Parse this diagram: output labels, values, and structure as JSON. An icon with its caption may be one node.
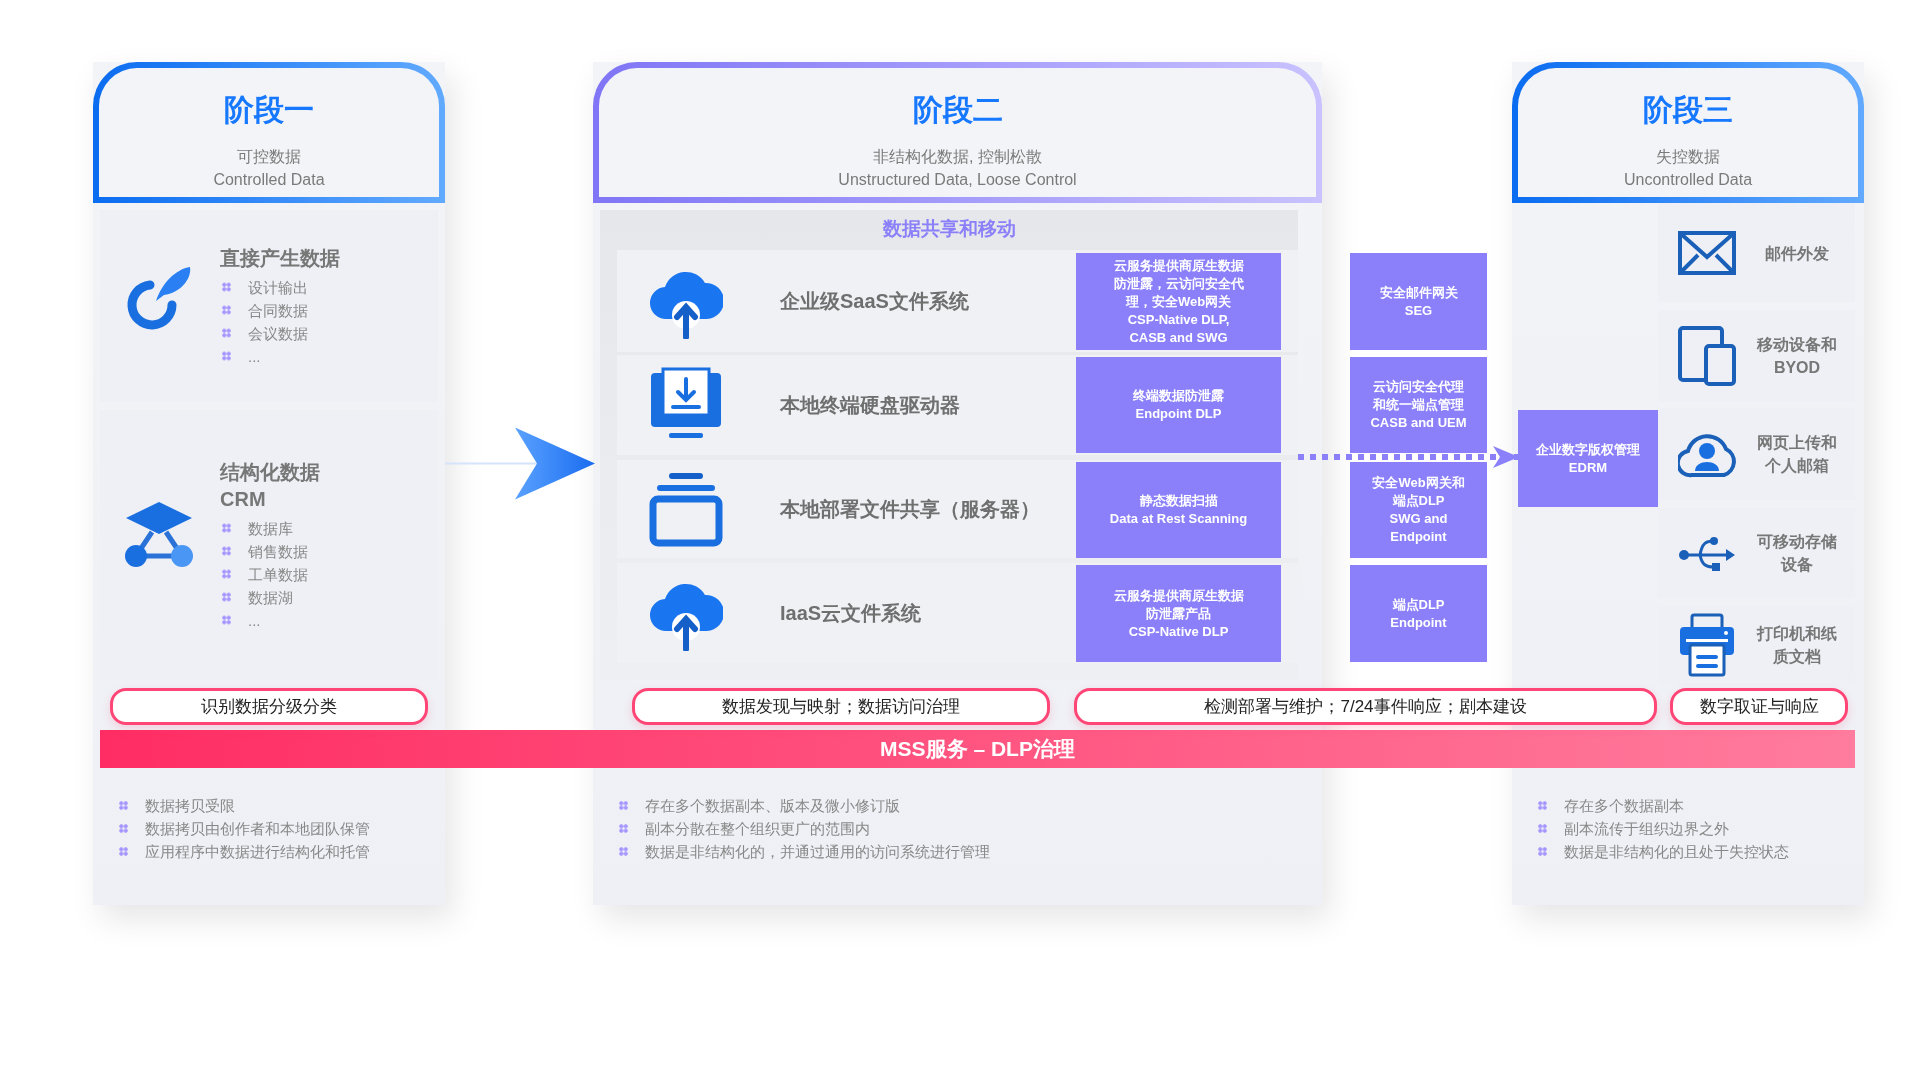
{
  "diagram": {
    "nodes": [
      {
        "text": [
          "阶段一",
          "可控数据",
          "Controlled Data",
          "数据拷贝受限",
          "数据拷贝由创作者和本地团队保管",
          "应用程序中数据进行结构化和托管"
        ]
      },
      {
        "text": [
          "直接产生数据",
          "设计输出",
          "合同数据",
          "会议数据",
          "..."
        ],
        "in": 0
      },
      {
        "text": [
          "结构化数据 CRM",
          "数据库",
          "销售数据",
          "工单数据",
          "数据湖",
          "..."
        ],
        "in": 0
      },
      {
        "text": [
          "识别数据分级分类"
        ],
        "in": 0
      },
      {
        "text": [
          "阶段二",
          "非结构化数据, 控制松散",
          "Unstructured Data, Loose Control",
          "存在多个数据副本、版本及微小修订版",
          "副本分散在整个组织更广的范围内",
          "数据是非结构化的，并通过通用的访问系统进行管理"
        ]
      },
      {
        "text": [
          "数据共享和移动"
        ],
        "in": 4
      },
      {
        "text": [
          "企业级SaaS文件系统"
        ],
        "in": 5
      },
      {
        "text": [
          "云服务提供商原生数据防泄露，云访问安全代理，安全Web网关",
          "CSP-Native DLP, CASB and SWG"
        ],
        "in": 6
      },
      {
        "text": [
          "本地终端硬盘驱动器"
        ],
        "in": 5
      },
      {
        "text": [
          "终端数据防泄露",
          "Endpoint DLP"
        ],
        "in": 8
      },
      {
        "text": [
          "本地部署文件共享（服务器）"
        ],
        "in": 5
      },
      {
        "text": [
          "静态数据扫描",
          "Data at Rest Scanning"
        ],
        "in": 10
      },
      {
        "text": [
          "IaaS云文件系统"
        ],
        "in": 5
      },
      {
        "text": [
          "云服务提供商原生数据防泄露产品",
          "CSP-Native DLP"
        ],
        "in": 12
      },
      {
        "text": [
          "数据发现与映射；数据访问治理"
        ],
        "in": 4
      },
      {
        "text": [
          "安全邮件网关",
          "SEG"
        ]
      },
      {
        "text": [
          "云访问安全代理和统一端点管理",
          "CASB and UEM"
        ]
      },
      {
        "text": [
          "安全Web网关和端点DLP",
          "SWG and Endpoint"
        ]
      },
      {
        "text": [
          "端点DLP",
          "Endpoint"
        ]
      },
      {
        "text": [
          "检测部署与维护；7/24事件响应；剧本建设"
        ]
      },
      {
        "text": [
          "阶段三",
          "失控数据",
          "Uncontrolled Data",
          "存在多个数据副本",
          "副本流传于组织边界之外",
          "数据是非结构化的且处于失控状态"
        ]
      },
      {
        "text": [
          "企业数字版权管理",
          "EDRM"
        ],
        "in": 20
      },
      {
        "text": [
          "邮件外发"
        ],
        "in": 20
      },
      {
        "text": [
          "移动设备和BYOD"
        ],
        "in": 20
      },
      {
        "text": [
          "网页上传和个人邮箱"
        ],
        "in": 20
      },
      {
        "text": [
          "可移动存储设备"
        ],
        "in": 20
      },
      {
        "text": [
          "打印机和纸质文档"
        ],
        "in": 20
      },
      {
        "text": [
          "数字取证与响应"
        ],
        "in": 20
      },
      {
        "text": [
          "MSS服务 – DLP治理"
        ]
      }
    ],
    "edges": [
      {
        "from": 0,
        "to": 4,
        "arrow": "to"
      },
      {
        "from": 5,
        "to": 21,
        "arrow": "to",
        "style": "dashed",
        "color": "#8b80f9"
      }
    ]
  }
}
